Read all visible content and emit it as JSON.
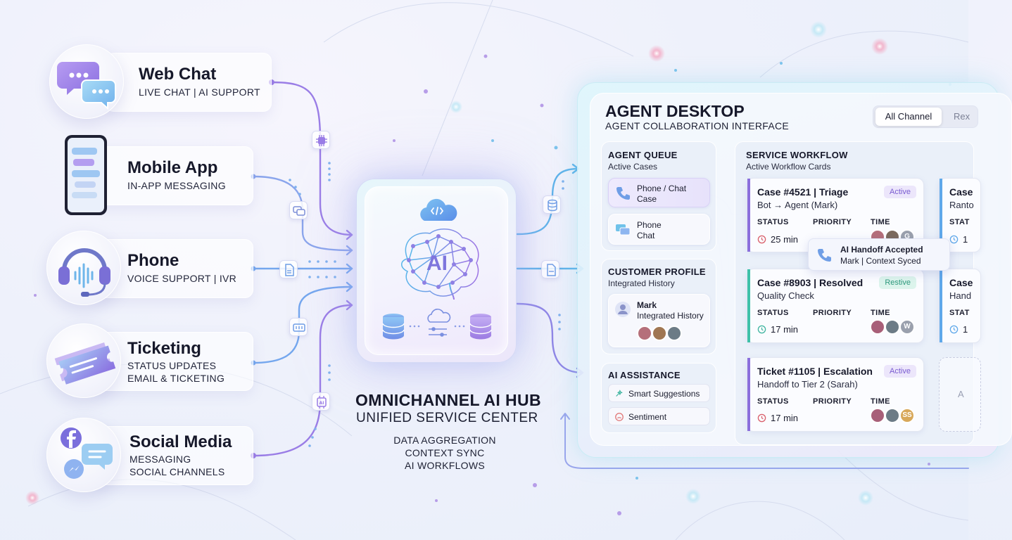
{
  "channels": [
    {
      "title": "Web Chat",
      "lines": [
        "LIVE CHAT | AI SUPPORT"
      ],
      "icon": "chat-bubbles-icon"
    },
    {
      "title": "Mobile App",
      "lines": [
        "IN-APP MESSAGING"
      ],
      "icon": "smartphone-icon"
    },
    {
      "title": "Phone",
      "lines": [
        "VOICE SUPPORT | IVR"
      ],
      "icon": "headset-icon"
    },
    {
      "title": "Ticketing",
      "lines": [
        "STATUS UPDATES",
        "EMAIL & TICKETING"
      ],
      "icon": "ticket-icon"
    },
    {
      "title": "Social Media",
      "lines": [
        "MESSAGING",
        "SOCIAL CHANNELS"
      ],
      "icon": "social-media-icon"
    }
  ],
  "hub": {
    "icon_label": "AI",
    "title": "OMNICHANNEL AI HUB",
    "subtitle": "UNIFIED SERVICE CENTER",
    "functions": [
      "DATA AGGREGATION",
      "CONTEXT SYNC",
      "AI WORKFLOWS"
    ]
  },
  "desktop": {
    "title": "AGENT DESKTOP",
    "subtitle": "AGENT COLLABORATION INTERFACE",
    "tabs": [
      "All Channel",
      "Rex"
    ],
    "queue": {
      "title": "AGENT QUEUE",
      "subtitle": "Active Cases",
      "items": [
        {
          "line1": "Phone / Chat",
          "line2": "Case"
        },
        {
          "line1": "Phone",
          "line2": "Chat"
        }
      ]
    },
    "profile": {
      "title": "CUSTOMER PROFILE",
      "subtitle": "Integrated History",
      "name": "Mark",
      "detail": "Integrated History"
    },
    "assistance": {
      "title": "AI ASSISTANCE",
      "buttons": [
        "Smart Suggestions",
        "Sentiment"
      ]
    },
    "workflow": {
      "title": "SERVICE WORKFLOW",
      "subtitle": "Active Workflow Cards",
      "headers": [
        "STATUS",
        "PRIORITY",
        "TIME"
      ],
      "cards": [
        {
          "title": "Case #4521 | Triage",
          "sub": "Bot → Agent (Mark)",
          "badge": "Active",
          "time": "25 min",
          "avatars": [
            "",
            "",
            "G"
          ],
          "accent": "#8b6fdc",
          "badge_bg": "#ece6fb",
          "badge_color": "#7a5cd1"
        },
        {
          "title": "Case #8903 | Resolved",
          "sub": "Quality Check",
          "badge": "Restive",
          "time": "17 min",
          "avatars": [
            "",
            "",
            "W"
          ],
          "accent": "#3fc1a9",
          "badge_bg": "#dcf4ec",
          "badge_color": "#2f9a7d"
        },
        {
          "title": "Ticket #1105 | Escalation",
          "sub": "Handoff to Tier 2 (Sarah)",
          "badge": "Active",
          "time": "17 min",
          "avatars": [
            "",
            "",
            "SS"
          ],
          "accent": "#8b6fdc",
          "badge_bg": "#ece6fb",
          "badge_color": "#7a5cd1"
        }
      ],
      "side_cards": [
        {
          "title": "Case",
          "sub": "Ranto",
          "head": "STAT",
          "time": "1"
        },
        {
          "title": "Case",
          "sub": "Hand",
          "head": "STAT",
          "time": "1"
        },
        {
          "title": "",
          "sub": "A",
          "head": "",
          "time": ""
        }
      ]
    },
    "handoff": {
      "title": "AI Handoff Accepted",
      "sub": "Mark | Context Syced"
    }
  },
  "colors": {
    "purple": "#8b6fdc",
    "blue": "#5fa8ea",
    "teal": "#3fc1a9",
    "cyan_glow": "#6fd6e8"
  }
}
